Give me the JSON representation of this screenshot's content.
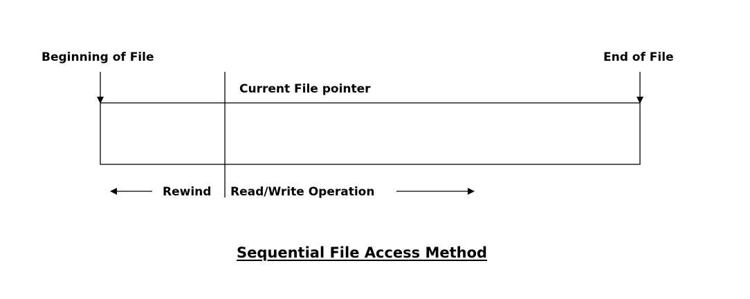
{
  "labels": {
    "beginning": "Beginning of File",
    "end": "End of File",
    "current_pointer": "Current File pointer",
    "rewind": "Rewind",
    "read_write": "Read/Write Operation"
  },
  "title": "Sequential File Access Method",
  "colors": {
    "stroke": "#000000",
    "background": "#ffffff"
  }
}
